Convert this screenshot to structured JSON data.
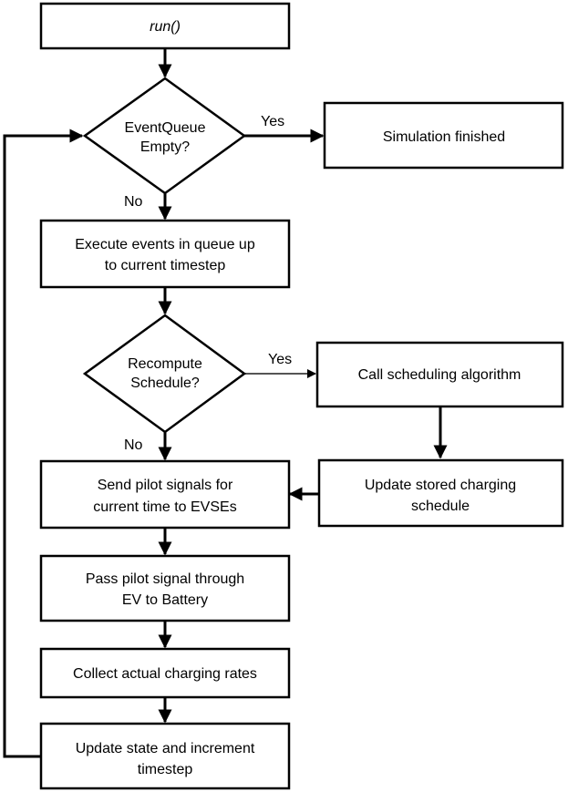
{
  "nodes": {
    "run": {
      "line1": "run()"
    },
    "queue_empty": {
      "line1": "EventQueue",
      "line2": "Empty?"
    },
    "simulation_finished": {
      "line1": "Simulation finished"
    },
    "execute_events": {
      "line1": "Execute events in queue up",
      "line2": "to current timestep"
    },
    "recompute_schedule": {
      "line1": "Recompute",
      "line2": "Schedule?"
    },
    "call_scheduling": {
      "line1": "Call scheduling algorithm"
    },
    "update_stored": {
      "line1": "Update stored charging",
      "line2": "schedule"
    },
    "send_pilot": {
      "line1": "Send pilot signals for",
      "line2": "current time to EVSEs"
    },
    "pass_pilot": {
      "line1": "Pass pilot signal through",
      "line2": "EV to Battery"
    },
    "collect_rates": {
      "line1": "Collect actual charging rates"
    },
    "update_state": {
      "line1": "Update state and increment",
      "line2": "timestep"
    }
  },
  "edge_labels": {
    "queue_yes": "Yes",
    "queue_no": "No",
    "recompute_yes": "Yes",
    "recompute_no": "No"
  }
}
